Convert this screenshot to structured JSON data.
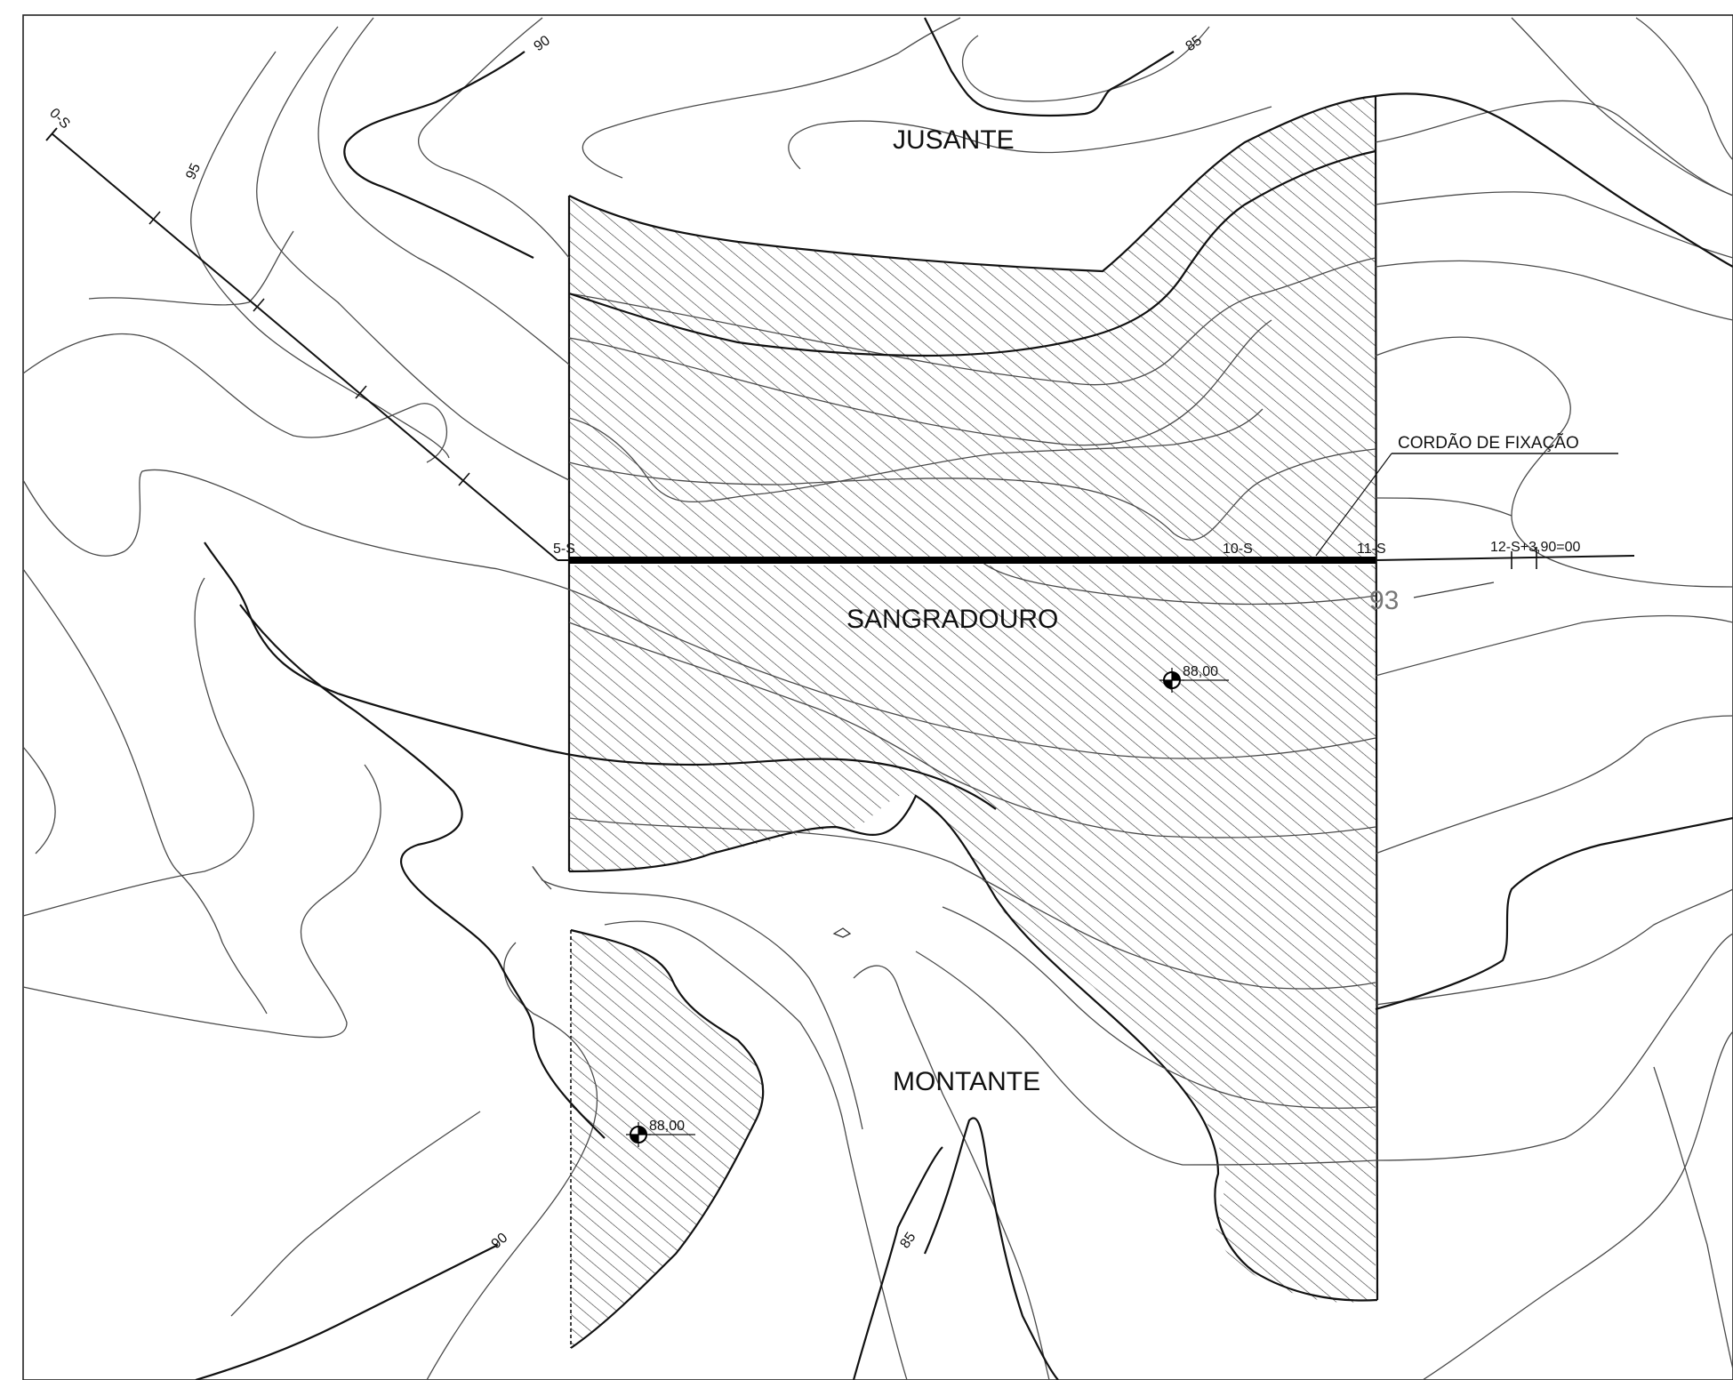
{
  "map": {
    "regions": {
      "downstream": "JUSANTE",
      "spillway": "SANGRADOURO",
      "upstream": "MONTANTE"
    },
    "callout_label": "CORDÃO DE FIXAÇÃO",
    "stations": {
      "s0": "0-S",
      "s5": "5-S",
      "s10": "10-S",
      "s11": "11-S",
      "s12": "12-S+3,90=00"
    },
    "contour_labels": {
      "c95": "95",
      "c90_top": "90",
      "c85_top": "85",
      "c93": "93",
      "c90_bottom": "90",
      "c85_bottom": "85"
    },
    "elevation_markers": {
      "spillway_mark": "88,00",
      "upstream_mark": "88,00"
    },
    "colors": {
      "line": "#111111",
      "hatch": "#333333",
      "background": "#ffffff"
    }
  }
}
